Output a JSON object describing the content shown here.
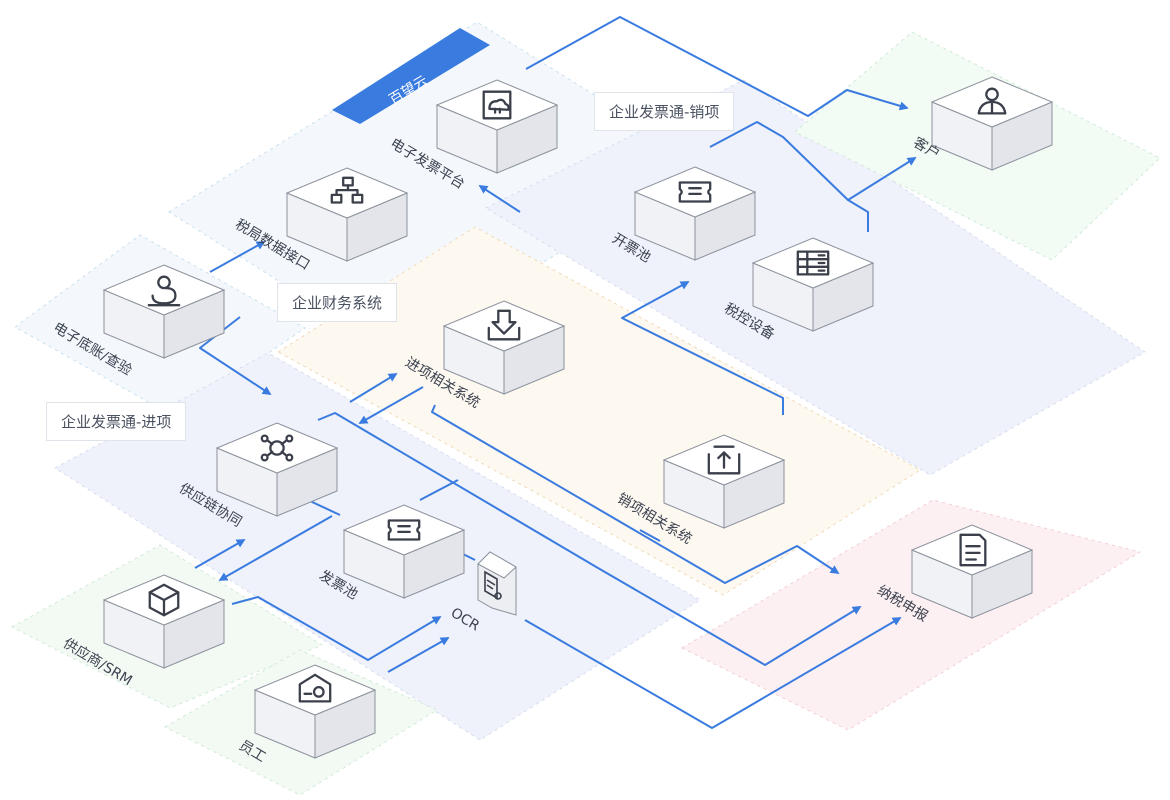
{
  "colors": {
    "accent": "#3a7be0",
    "cube_top": "#ffffff",
    "cube_left": "#f1f2f5",
    "cube_right": "#e3e5ea",
    "cube_stroke": "#8b919c",
    "icon": "#3a3f4a",
    "zone_border": "#c9d3e4"
  },
  "zones": {
    "sales_tag": "企业发票通-销项",
    "finance_tag": "企业财务系统",
    "purchase_tag": "企业发票通-进项",
    "cloud_tag": "百望云"
  },
  "nodes": [
    {
      "id": "einvoice_platform",
      "label": "电子发票平台",
      "icon": "cloud-document-icon"
    },
    {
      "id": "tax_api",
      "label": "税局数据接口",
      "icon": "network-hierarchy-icon"
    },
    {
      "id": "ledger",
      "label": "电子底账/查验",
      "icon": "magnifier-check-icon"
    },
    {
      "id": "customer",
      "label": "客户",
      "icon": "user-icon"
    },
    {
      "id": "issue_pool",
      "label": "开票池",
      "icon": "ticket-icon"
    },
    {
      "id": "tax_device",
      "label": "税控设备",
      "icon": "server-rack-icon"
    },
    {
      "id": "purchase_system",
      "label": "进项相关系统",
      "icon": "download-tray-icon"
    },
    {
      "id": "sales_system",
      "label": "销项相关系统",
      "icon": "upload-box-icon"
    },
    {
      "id": "supply_chain",
      "label": "供应链协同",
      "icon": "hub-network-icon"
    },
    {
      "id": "invoice_pool",
      "label": "发票池",
      "icon": "ticket-icon"
    },
    {
      "id": "ocr",
      "label": "OCR",
      "icon": "scan-document-icon"
    },
    {
      "id": "supplier",
      "label": "供应商/SRM",
      "icon": "package-box-icon"
    },
    {
      "id": "employee",
      "label": "员工",
      "icon": "id-card-icon"
    },
    {
      "id": "tax_filing",
      "label": "纳税申报",
      "icon": "tax-document-icon"
    }
  ]
}
